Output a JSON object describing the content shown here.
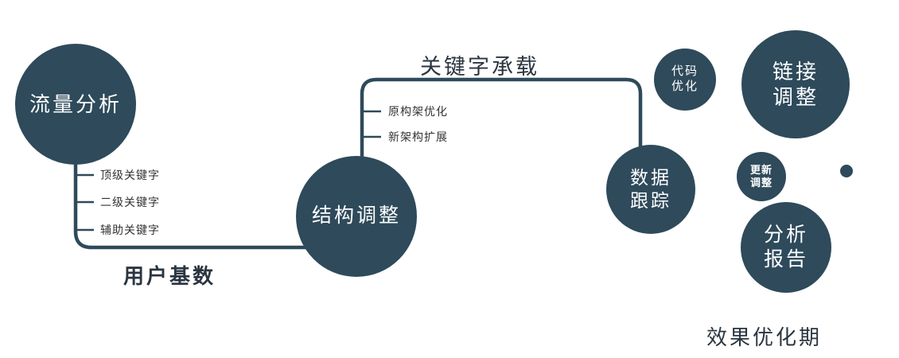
{
  "colors": {
    "primary": "#2e4a5b",
    "text_dark": "#2a3540",
    "text_branch": "#333333"
  },
  "nodes": {
    "traffic": {
      "label": "流量分析"
    },
    "structure": {
      "label": "结构调整"
    },
    "tracking": {
      "line1": "数据",
      "line2": "跟踪"
    },
    "code": {
      "line1": "代码",
      "line2": "优化"
    },
    "link": {
      "line1": "链接",
      "line2": "调整"
    },
    "update": {
      "line1": "更新",
      "line2": "调整"
    },
    "report": {
      "line1": "分析",
      "line2": "报告"
    }
  },
  "edges": {
    "keyword_label": "关键字承载",
    "userbase_label": "用户基数"
  },
  "branches": {
    "top_keyword": "顶级关键字",
    "second_keyword": "二级关键字",
    "aux_keyword": "辅助关键字",
    "arch_optimize": "原构架优化",
    "arch_expand": "新架构扩展"
  },
  "footer": {
    "label": "效果优化期"
  }
}
